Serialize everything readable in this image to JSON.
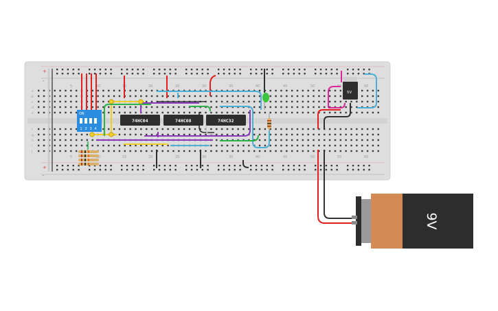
{
  "chips": [
    {
      "label": "74HC04"
    },
    {
      "label": "74HC08"
    },
    {
      "label": "74HC32"
    }
  ],
  "regulator": {
    "label": "5V"
  },
  "battery": {
    "label": "9V"
  },
  "dip_switch": {
    "on_label": "ON",
    "positions": [
      "1",
      "2",
      "3",
      "4"
    ]
  },
  "column_numbers": [
    "5",
    "10",
    "15",
    "20",
    "25",
    "30",
    "35",
    "40",
    "45",
    "50",
    "55",
    "60"
  ],
  "row_letters": [
    "a",
    "b",
    "c",
    "d",
    "e",
    "f",
    "g",
    "h",
    "i",
    "j"
  ],
  "rail_signs": {
    "plus": "+",
    "minus": "-"
  },
  "colors": {
    "board": "#dcdcdc",
    "red_wire": "#e02020",
    "black_wire": "#303030",
    "blue_wire": "#4ab0d8",
    "purple_wire": "#8a3ab9",
    "yellow_wire": "#f2cc2a",
    "green_wire": "#2bb04a",
    "magenta_wire": "#d8289a",
    "dip_blue": "#2a8de0",
    "battery_orange": "#d48a55",
    "battery_black": "#2d2d2d",
    "led_green": "#3cc43c"
  }
}
